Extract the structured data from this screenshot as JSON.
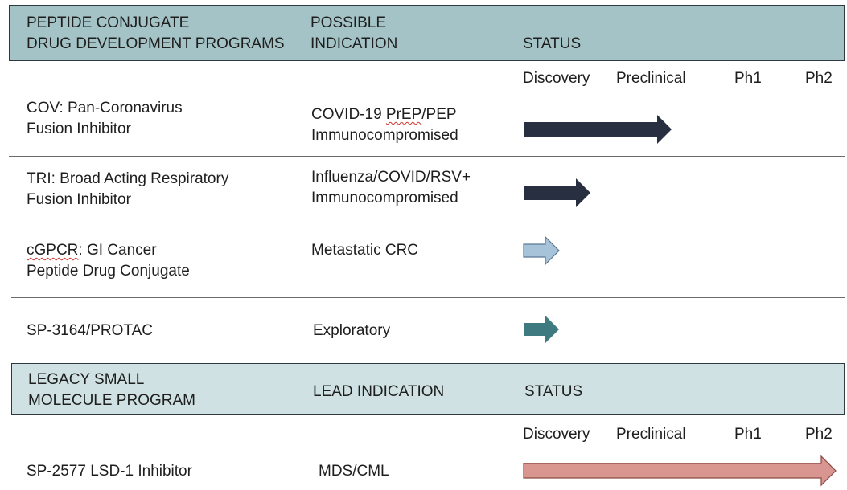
{
  "section1": {
    "col_program": [
      "PEPTIDE CONJUGATE",
      "DRUG DEVELOPMENT PROGRAMS"
    ],
    "col_indication": [
      "POSSIBLE",
      "INDICATION"
    ],
    "col_status": "STATUS"
  },
  "stages": [
    "Discovery",
    "Preclinical",
    "Ph1",
    "Ph2"
  ],
  "peptide_programs": [
    {
      "program": [
        "COV: Pan-Coronavirus",
        "Fusion Inhibitor"
      ],
      "indication": [
        "COVID-19 PrEP/PEP",
        "Immunocompromised"
      ],
      "arrow_color": "#282f40"
    },
    {
      "program": [
        "TRI: Broad Acting Respiratory",
        "Fusion Inhibitor"
      ],
      "indication": [
        "Influenza/COVID/RSV+",
        "Immunocompromised"
      ],
      "arrow_color": "#282f40"
    },
    {
      "program": [
        "cGPCR: GI Cancer",
        "Peptide Drug Conjugate"
      ],
      "indication": [
        "Metastatic CRC"
      ],
      "arrow_color": "#a7c3da"
    },
    {
      "program": [
        "SP-3164/PROTAC"
      ],
      "indication": [
        "Exploratory"
      ],
      "arrow_color": "#3f7a80"
    }
  ],
  "section2": {
    "col_program": [
      "LEGACY SMALL",
      "MOLECULE PROGRAM"
    ],
    "col_indication": "LEAD INDICATION",
    "col_status": "STATUS"
  },
  "legacy_programs": [
    {
      "program": "SP-2577 LSD-1 Inhibitor",
      "indication": "MDS/CML",
      "arrow_color": "#d9958f"
    }
  ]
}
